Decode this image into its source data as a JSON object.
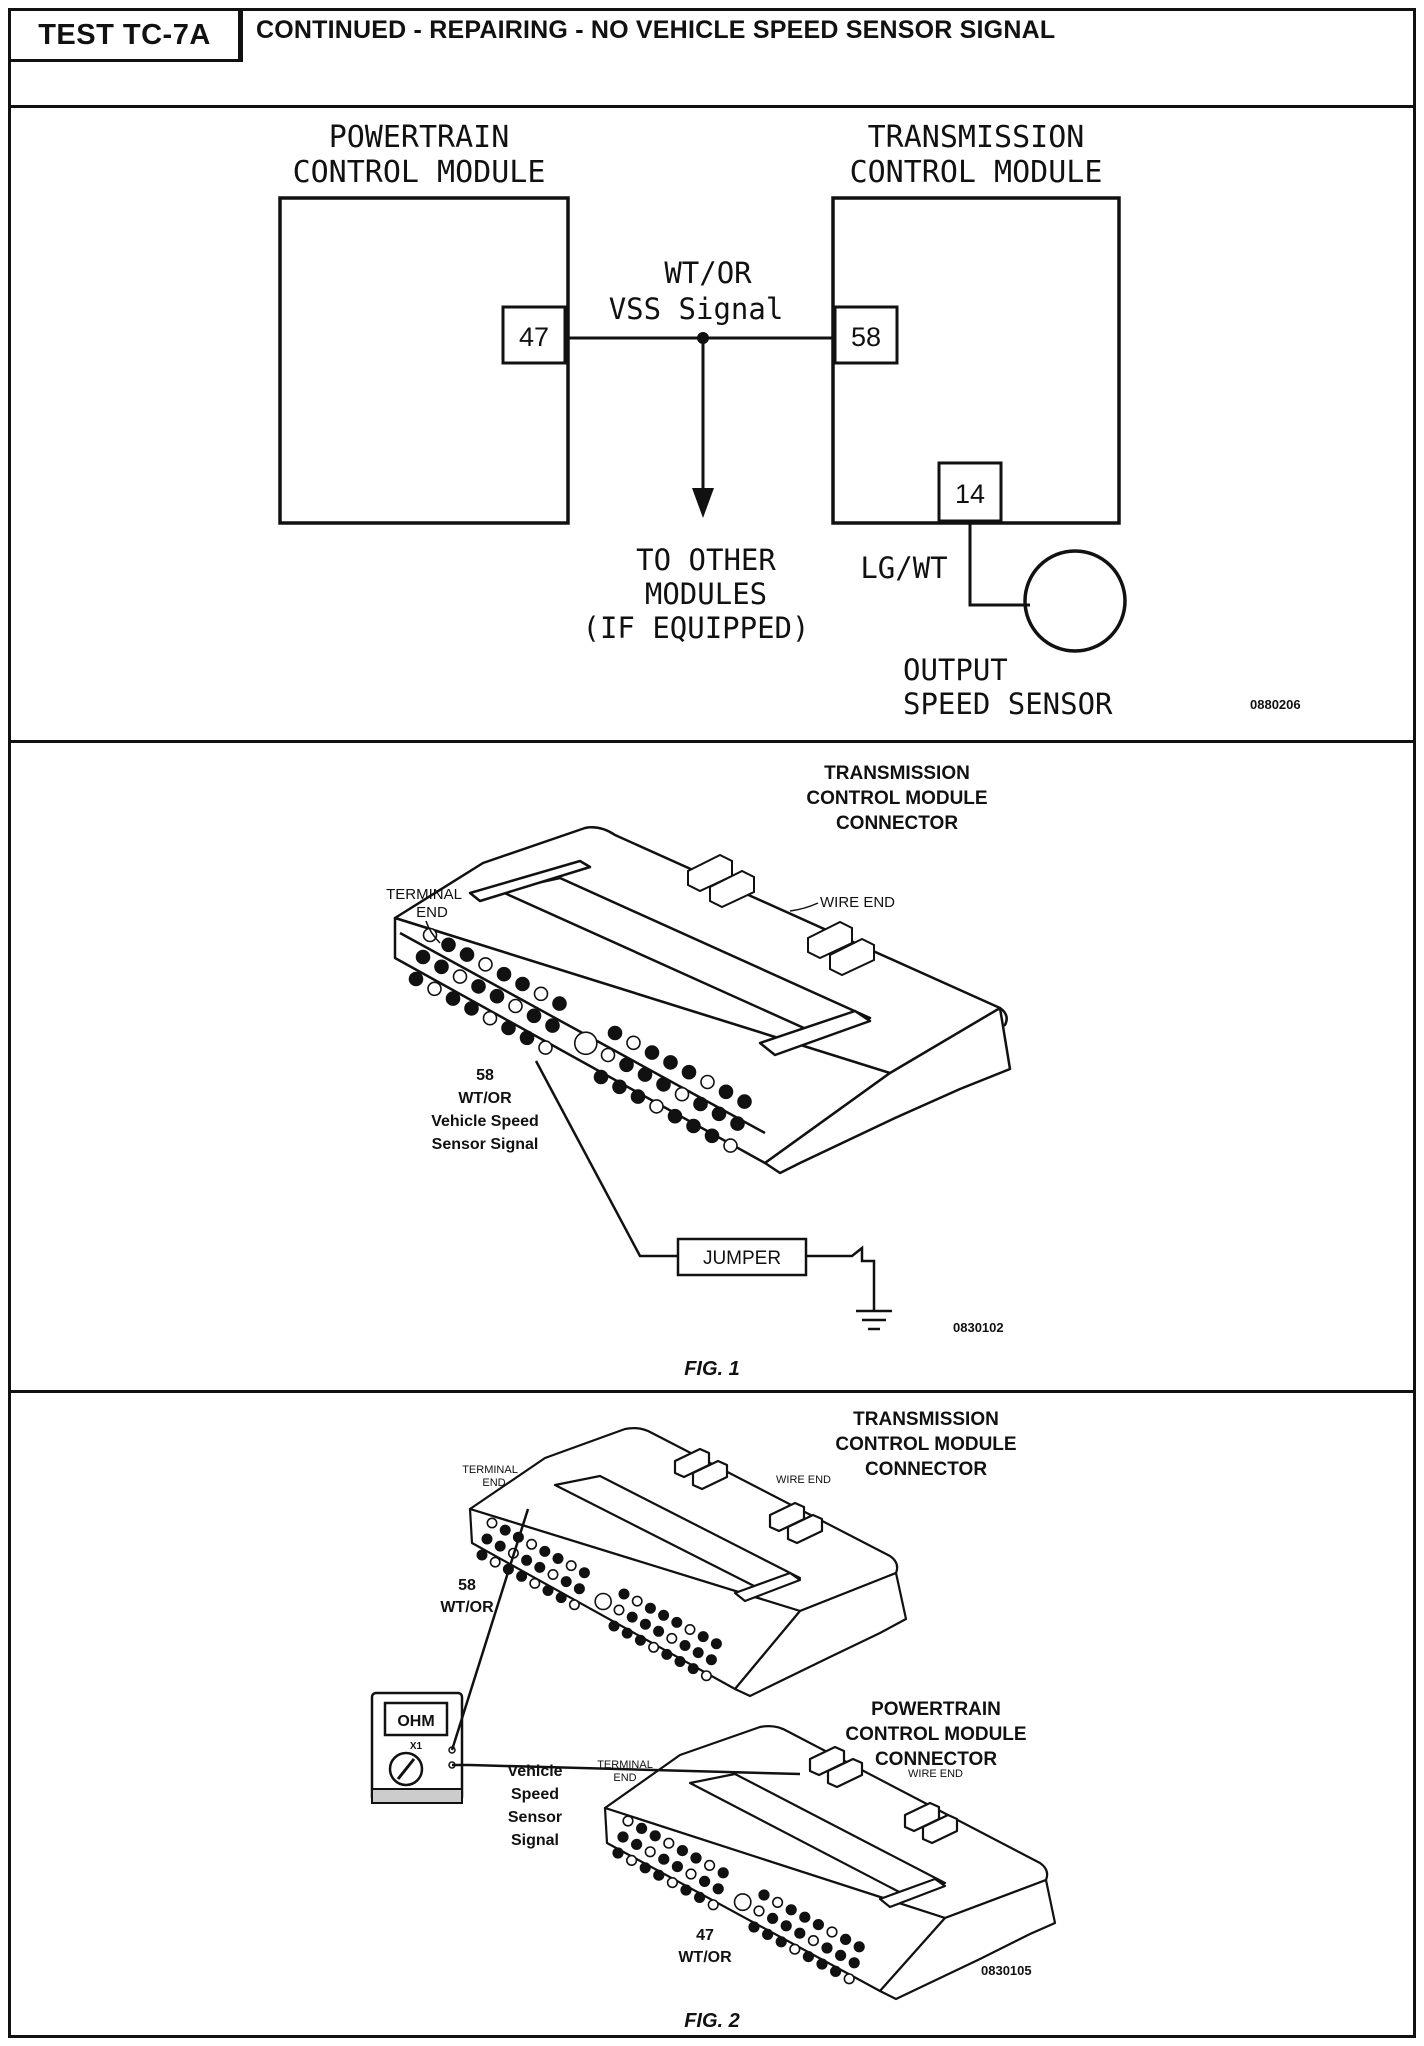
{
  "header": {
    "test_id": "TEST TC-7A",
    "title": "CONTINUED - REPAIRING - NO VEHICLE SPEED SENSOR SIGNAL"
  },
  "schematic": {
    "pcm_line1": "POWERTRAIN",
    "pcm_line2": "CONTROL MODULE",
    "tcm_line1": "TRANSMISSION",
    "tcm_line2": "CONTROL MODULE",
    "pcm_pin": "47",
    "tcm_pin": "58",
    "tcm_pin2": "14",
    "wire_color": "WT/OR",
    "wire_signal": "VSS Signal",
    "other_line1": "TO OTHER",
    "other_line2": "MODULES",
    "other_line3": "(IF EQUIPPED)",
    "sensor_wire": "LG/WT",
    "sensor_line1": "OUTPUT",
    "sensor_line2": "SPEED SENSOR",
    "code": "0880206"
  },
  "fig1": {
    "title_line1": "TRANSMISSION",
    "title_line2": "CONTROL MODULE",
    "title_line3": "CONNECTOR",
    "terminal_end_line1": "TERMINAL",
    "terminal_end_line2": "END",
    "wire_end": "WIRE END",
    "pin_line1": "58",
    "pin_line2": "WT/OR",
    "pin_line3": "Vehicle Speed",
    "pin_line4": "Sensor Signal",
    "jumper": "JUMPER",
    "code": "0830102",
    "caption": "FIG. 1"
  },
  "fig2": {
    "tcm_title_line1": "TRANSMISSION",
    "tcm_title_line2": "CONTROL MODULE",
    "tcm_title_line3": "CONNECTOR",
    "tcm_terminal_line1": "TERMINAL",
    "tcm_terminal_line2": "END",
    "tcm_wire_end": "WIRE END",
    "tcm_pin_line1": "58",
    "tcm_pin_line2": "WT/OR",
    "pcm_title_line1": "POWERTRAIN",
    "pcm_title_line2": "CONTROL MODULE",
    "pcm_title_line3": "CONNECTOR",
    "pcm_terminal_line1": "TERMINAL",
    "pcm_terminal_line2": "END",
    "pcm_wire_end": "WIRE END",
    "signal_line1": "Vehicle",
    "signal_line2": "Speed",
    "signal_line3": "Sensor",
    "signal_line4": "Signal",
    "pcm_pin_line1": "47",
    "pcm_pin_line2": "WT/OR",
    "meter_display": "OHM",
    "meter_range": "X1",
    "code": "0830105",
    "caption": "FIG. 2"
  }
}
